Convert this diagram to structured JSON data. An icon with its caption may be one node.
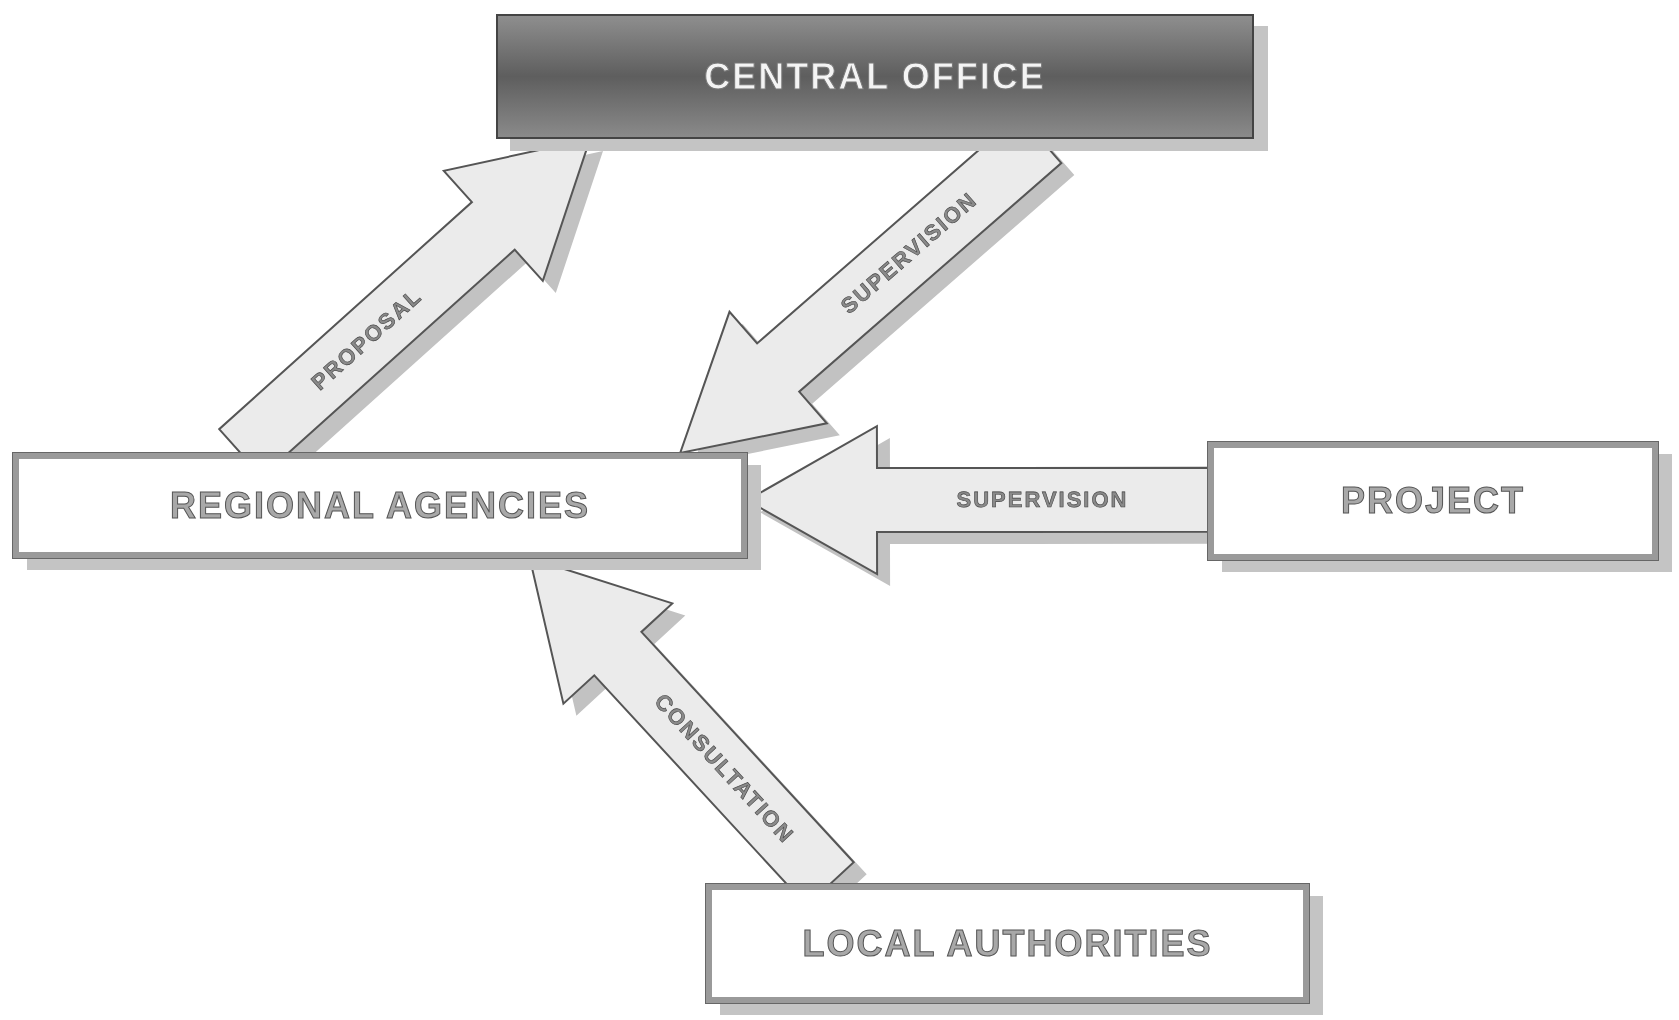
{
  "diagram": {
    "nodes": [
      {
        "text": [
          "CENTRAL OFFICE"
        ]
      },
      {
        "text": [
          "REGIONAL AGENCIES"
        ]
      },
      {
        "text": [
          "PROJECT"
        ]
      },
      {
        "text": [
          "LOCAL AUTHORITIES"
        ]
      }
    ],
    "edges": [
      {
        "from": 1,
        "to": 0,
        "arrow": "to",
        "label": "PROPOSAL"
      },
      {
        "from": 0,
        "to": 1,
        "arrow": "to",
        "label": "SUPERVISION"
      },
      {
        "from": 2,
        "to": 1,
        "arrow": "to",
        "label": "SUPERVISION"
      },
      {
        "from": 3,
        "to": 1,
        "arrow": "to",
        "label": "CONSULTATION"
      }
    ]
  }
}
